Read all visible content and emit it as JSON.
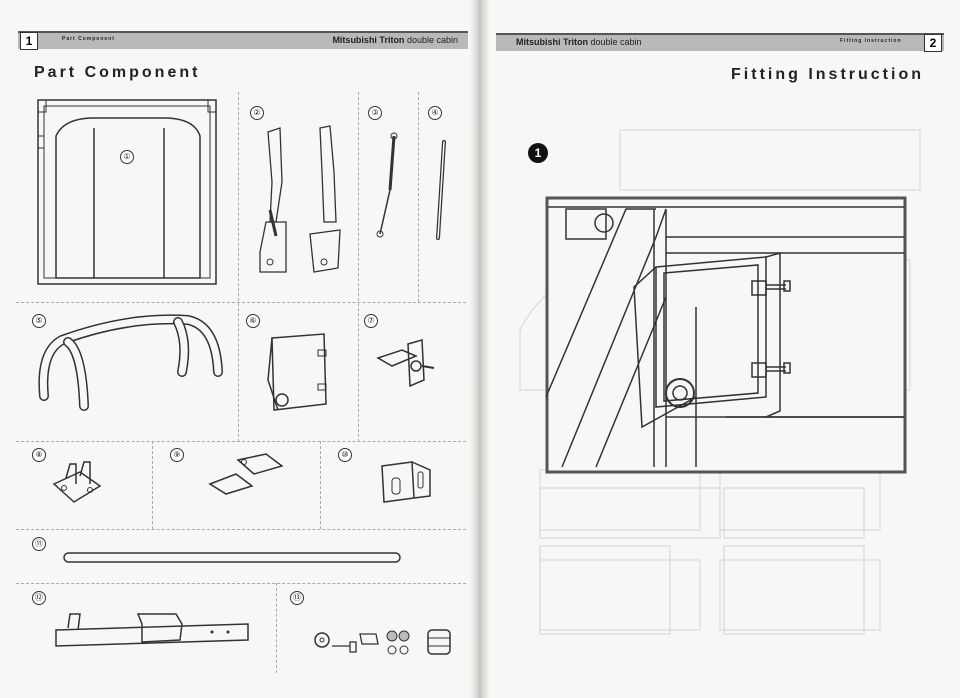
{
  "left_page": {
    "page_number": "1",
    "header_small": "Part Component",
    "model_brand": "Mitsubishi Triton",
    "model_rest": "double cabin",
    "title": "Part Component",
    "parts": [
      {
        "label": "①",
        "icon": "tailgate-cover-icon"
      },
      {
        "label": "②",
        "icon": "hinge-arm-assembly-icon"
      },
      {
        "label": "③",
        "icon": "gas-strut-icon"
      },
      {
        "label": "④",
        "icon": "rod-icon"
      },
      {
        "label": "⑤",
        "icon": "sports-bar-icon"
      },
      {
        "label": "⑥",
        "icon": "mounting-bracket-icon"
      },
      {
        "label": "⑦",
        "icon": "latch-icon"
      },
      {
        "label": "⑧",
        "icon": "base-bracket-icon"
      },
      {
        "label": "⑨",
        "icon": "clip-bracket-icon"
      },
      {
        "label": "⑩",
        "icon": "angle-bracket-icon"
      },
      {
        "label": "⑪",
        "icon": "tube-icon"
      },
      {
        "label": "⑫",
        "icon": "support-rail-icon"
      },
      {
        "label": "⑬",
        "icon": "hardware-kit-icon"
      }
    ]
  },
  "right_page": {
    "page_number": "2",
    "header_small": "Fitting Instruction",
    "model_brand": "Mitsubishi Triton",
    "model_rest": "double cabin",
    "title": "Fitting Instruction",
    "step_number": "1"
  },
  "colors": {
    "header_bar": "#b9b9b7",
    "line": "#333333",
    "paper": "#f7f7f5"
  }
}
